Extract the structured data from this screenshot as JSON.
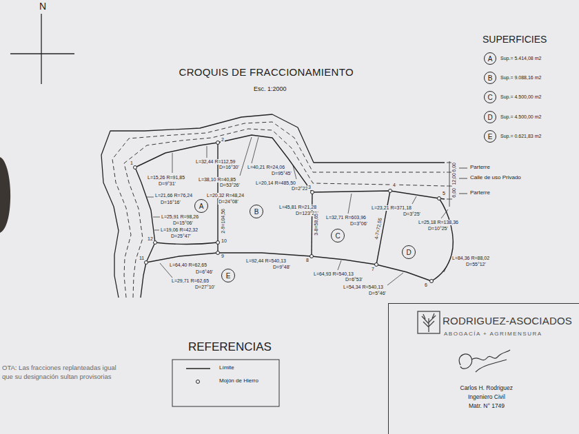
{
  "diagram": {
    "title": "CROQUIS DE FRACCIONAMIENTO",
    "nodes": [
      {
        "text": [
          "A",
          "Sup.= 5.414,08 m2"
        ]
      },
      {
        "text": [
          "B",
          "Sup.= 9.088,16 m2"
        ]
      },
      {
        "text": [
          "C",
          "Sup.= 4.500,00 m2"
        ]
      },
      {
        "text": [
          "D",
          "Sup.= 4.500,00 m2"
        ]
      },
      {
        "text": [
          "E",
          "Sup.= 0.621,83 m2"
        ]
      },
      {
        "text": [
          "A"
        ]
      },
      {
        "text": [
          "B"
        ]
      },
      {
        "text": [
          "C"
        ]
      },
      {
        "text": [
          "D"
        ]
      },
      {
        "text": [
          "E"
        ]
      },
      {
        "text": [
          "RODRIGUEZ-ASOCIADOS",
          "ABOGACÍA + AGRIMENSURA",
          "Carlos H. Rodriguez",
          "Ingeniero Civil",
          "Matr. N° 1749"
        ]
      }
    ],
    "labels": [
      "N",
      "Esc. 1:2000",
      "SUPERFICIES",
      "L=15,26 R=91,85",
      "D=9°31'",
      "L=32,44 R=112,59",
      "D=16°30'",
      "L=38,10 R=40,85",
      "D=53°26'",
      "L=20,32 R=48,24",
      "D=24°08'",
      "L=21,66 R=76,24",
      "D=16°16'",
      "L=25,91 R=98,26",
      "D=15°06'",
      "L=19,06 R=42,32",
      "D=25°47'",
      "2-9=104,56",
      "L=40,21 R=24,06",
      "D=95°45'",
      "L=20,14 R=485,50",
      "D=2°22'",
      "L=45,81 R=21,28",
      "D=123°21'",
      "3-8=58,65",
      "L=32,71 R=603,96",
      "D=3°06'",
      "L=23,21 R=371,18",
      "D=3°25'",
      "4-7=72,55",
      "L=25,18 R=138,36",
      "D=10°25'",
      "L=64,40 R=62,65",
      "D=6°46'",
      "L=29,71 R=62,65",
      "D=27°10'",
      "L=92,44 R=540,13",
      "D=9°48'",
      "L=64,93 R=540,13",
      "D=6°53'",
      "L=54,34 R=540,13",
      "D=5°46'",
      "L=84,36 R=88,02",
      "D=55°12'",
      "1",
      "2",
      "3",
      "4",
      "5",
      "6",
      "7",
      "8",
      "9",
      "10",
      "11",
      "12",
      "Parterre",
      "Calle de uso Privado",
      "Parterre",
      "6,00",
      "12,00",
      "6,00",
      "REFERENCIAS",
      "OTA: Las fracciones replanteadas igual que su designación sultan provisorias"
    ],
    "legend": [
      {
        "text": "Límite"
      },
      {
        "text": "Mojón de Hierro"
      }
    ]
  }
}
